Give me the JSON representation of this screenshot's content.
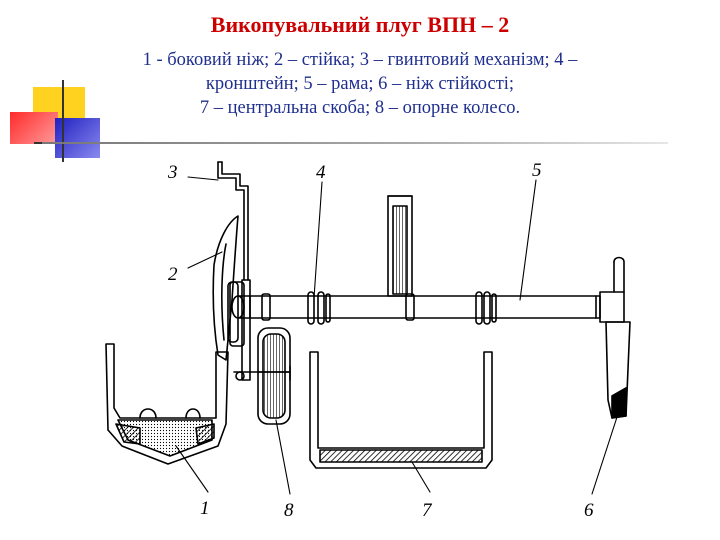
{
  "title": "Викопувальний плуг ВПН – 2",
  "legend_lines": [
    "1 - боковий ніж; 2 – стійка; 3 – гвинтовий механізм; 4 –",
    "кронштейн; 5 – рама; 6 – ніж стійкості;",
    "7 – центральна скоба; 8 – опорне колесо."
  ],
  "labels": {
    "l1": "1",
    "l2": "2",
    "l3": "3",
    "l4": "4",
    "l5": "5",
    "l6": "6",
    "l7": "7",
    "l8": "8"
  },
  "colors": {
    "title": "#cc0000",
    "legend": "#1f2f8f",
    "deco_yellow": "#ffd21f",
    "deco_red": "#ff3a3a",
    "deco_blue": "#3030d0"
  }
}
